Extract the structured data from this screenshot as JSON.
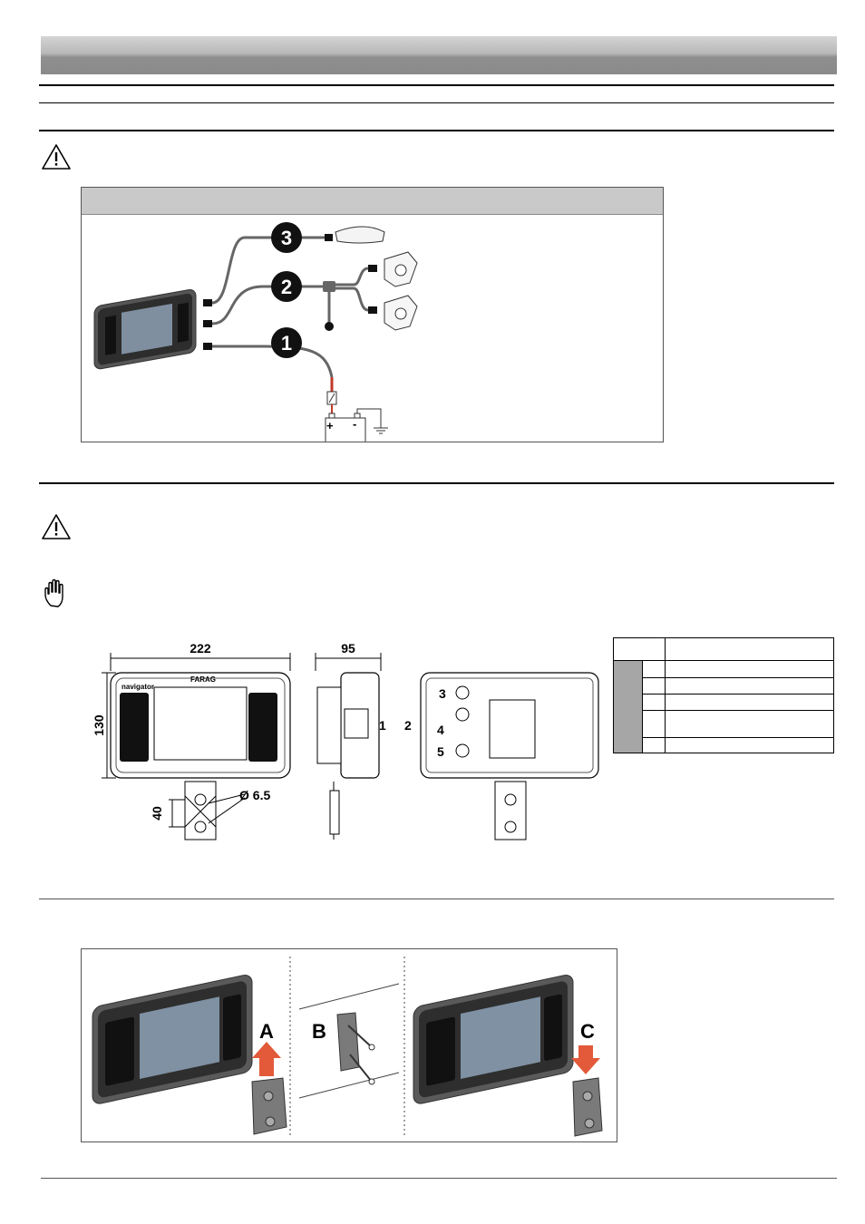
{
  "diagram_wiring": {
    "labels": [
      "3",
      "2",
      "1"
    ],
    "battery_plus": "+",
    "battery_minus": "-"
  },
  "diagram_dimensions": {
    "width": "222",
    "depth": "95",
    "height": "130",
    "bracket_height": "40",
    "hole_diameter": "Ø 6.5",
    "callouts": [
      "1",
      "2",
      "3",
      "4",
      "5"
    ],
    "brand_logo": "FARAG",
    "model_logo": "navigator"
  },
  "diagram_mounting": {
    "steps": [
      "A",
      "B",
      "C"
    ]
  },
  "colors": {
    "header_dark": "#8a8a8a",
    "header_light": "#d4d4d4",
    "box_header": "#c9c9c9",
    "table_shade": "#a6a6a6",
    "arrow_red": "#e25a3a",
    "wire_red": "#c0392b"
  }
}
